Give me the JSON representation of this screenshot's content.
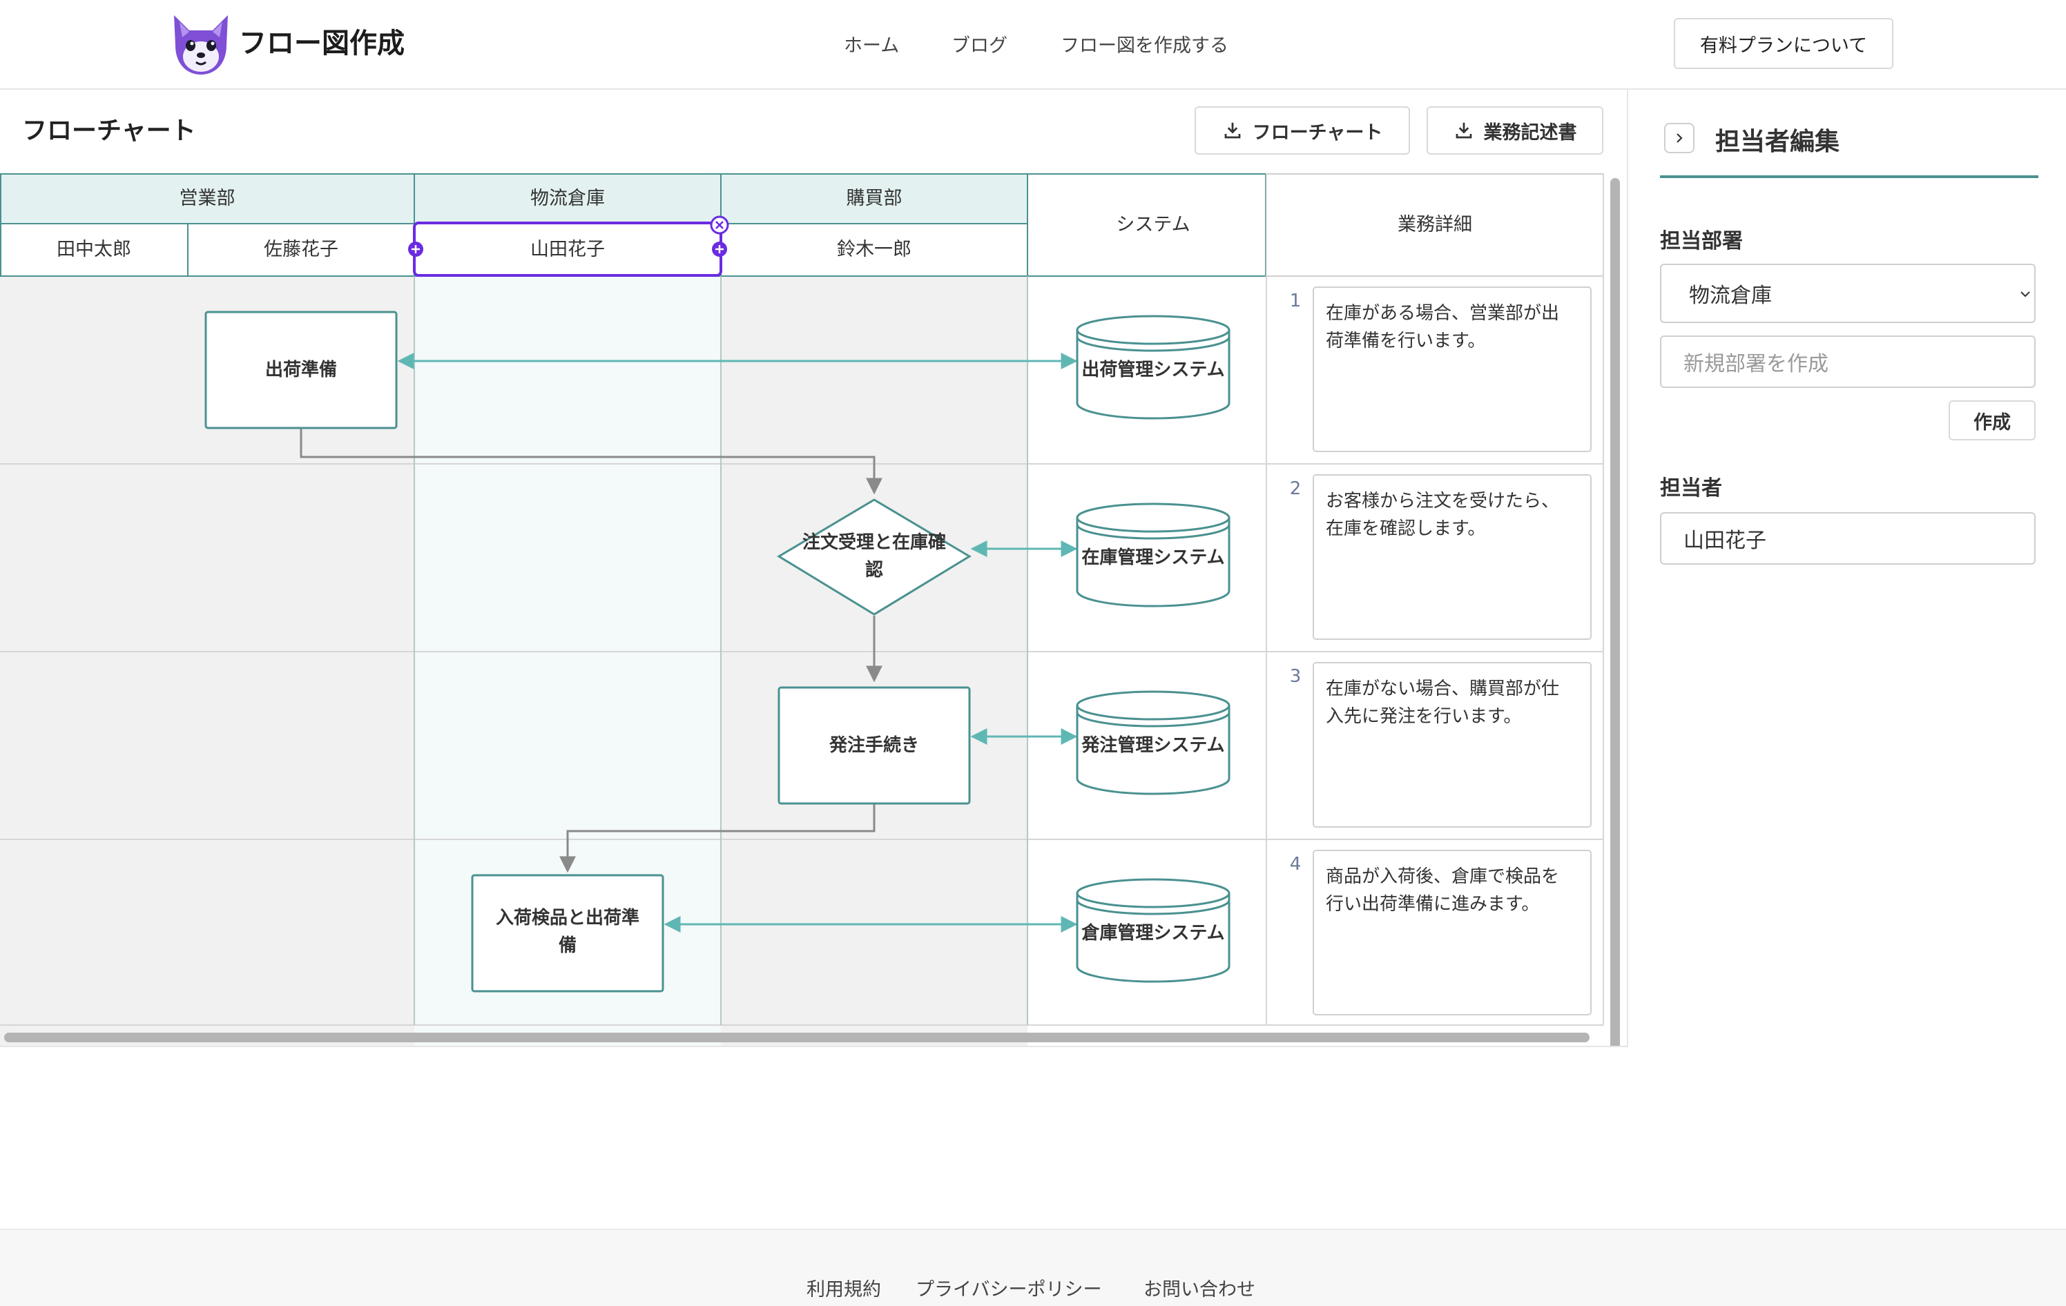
{
  "app": {
    "name": "フロー図作成"
  },
  "nav": {
    "home": "ホーム",
    "blog": "ブログ",
    "create": "フロー図を作成する",
    "plan": "有料プランについて"
  },
  "main": {
    "title": "フローチャート",
    "download_flowchart": "フローチャート",
    "download_spec": "業務記述書"
  },
  "lanes": {
    "departments": [
      "営業部",
      "物流倉庫",
      "購買部"
    ],
    "people": [
      "田中太郎",
      "佐藤花子",
      "山田花子",
      "鈴木一郎"
    ],
    "system": "システム",
    "details": "業務詳細"
  },
  "rows": [
    {
      "num": "1",
      "step": "出荷準備",
      "system": "出荷管理システム",
      "detail_lines": [
        "在庫がある場合、営業部が出",
        "荷準備を行います。"
      ]
    },
    {
      "num": "2",
      "step_lines": [
        "注文受理と在庫確",
        "認"
      ],
      "system": "在庫管理システム",
      "detail_lines": [
        "お客様から注文を受けたら、",
        "在庫を確認します。"
      ]
    },
    {
      "num": "3",
      "step": "発注手続き",
      "system": "発注管理システム",
      "detail_lines": [
        "在庫がない場合、購買部が仕",
        "入先に発注を行います。"
      ]
    },
    {
      "num": "4",
      "step_lines": [
        "入荷検品と出荷準",
        "備"
      ],
      "system": "倉庫管理システム",
      "detail_lines": [
        "商品が入荷後、倉庫で検品を",
        "行い出荷準備に進みます。"
      ]
    }
  ],
  "sidebar": {
    "title": "担当者編集",
    "dept_label": "担当部署",
    "dept_value": "物流倉庫",
    "new_dept_placeholder": "新規部署を作成",
    "create_button": "作成",
    "person_label": "担当者",
    "person_value": "山田花子"
  },
  "footer": {
    "terms": "利用規約",
    "privacy": "プライバシーポリシー",
    "contact": "お問い合わせ"
  },
  "colors": {
    "accent": "#4a9190",
    "header_fill": "#e3f2f1",
    "selected": "#6a2be3",
    "arrow_teal": "#5fb7b4"
  }
}
